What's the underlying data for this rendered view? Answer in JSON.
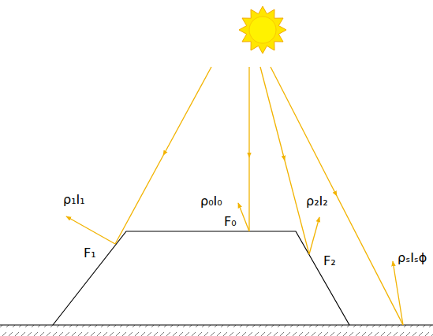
{
  "diagram": {
    "labels": [
      "ρ₁I₁",
      "ρ₀I₀",
      "ρ₂I₂",
      "F₁",
      "F₀",
      "F₂",
      "ρₛIₛϕ"
    ]
  }
}
